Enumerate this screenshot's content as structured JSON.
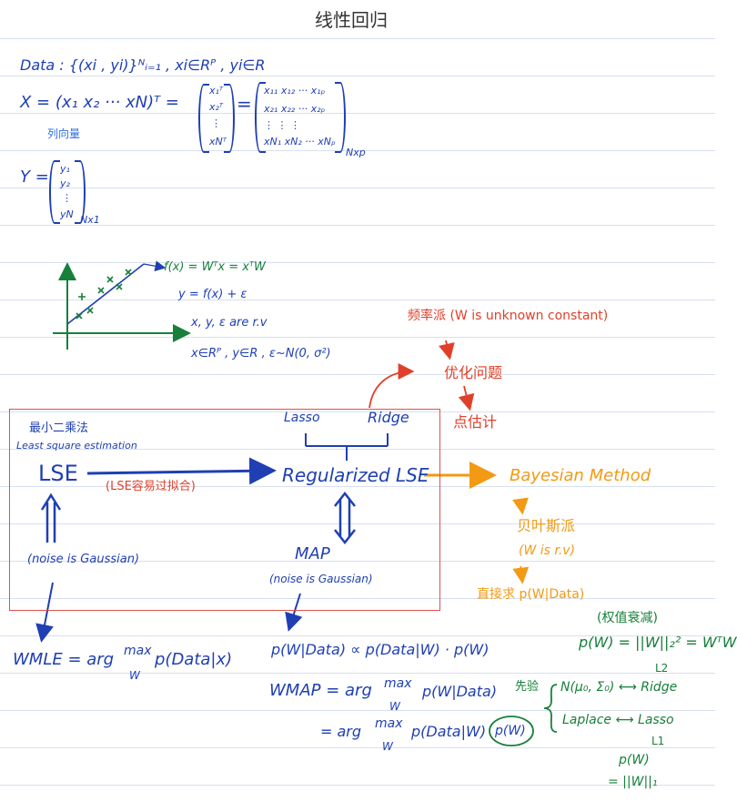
{
  "title": "线性回归",
  "data_line": "Data : {(xi , yi)}ᴺᵢ₌₁ ,  xi∈Rᴾ ,  yi∈R",
  "X_def": {
    "lhs": "X = (x₁  x₂ ··· xN)ᵀ =",
    "vec_rows": [
      "x₁ᵀ",
      "x₂ᵀ",
      "⋮",
      "xNᵀ"
    ],
    "mat_rows": [
      "x₁₁ x₁₂ ··· x₁ₚ",
      "x₂₁ x₂₂ ··· x₂ₚ",
      "⋮     ⋮         ⋮",
      "xN₁ xN₂ ··· xNₚ"
    ],
    "subscript": "Nxp",
    "note": "列向量"
  },
  "Y_def": {
    "lhs": "Y =",
    "rows": [
      "y₁",
      "y₂",
      "⋮",
      "yN"
    ],
    "subscript": "Nx1"
  },
  "model": {
    "f": "f(x) = Wᵀx = xᵀW",
    "y": "y = f(x) + ε",
    "rv": "x, y, ε  are  r.v",
    "dom": "x∈Rᴾ ,  y∈R ,  ε~N(0, σ²)"
  },
  "frequentist": {
    "title": "频率派 (W is unknown constant)",
    "opt": "优化问题",
    "point": "点估计"
  },
  "box": {
    "lse_zh": "最小二乘法",
    "lse_en": "Least square estimation",
    "lse": "LSE",
    "overfit": "(LSE容易过拟合)",
    "lasso": "Lasso",
    "ridge": "Ridge",
    "reg_lse": "Regularized LSE",
    "map": "MAP",
    "noise_left": "(noise is Gaussian)",
    "noise_right": "(noise is Gaussian)"
  },
  "bayes": {
    "method": "Bayesian Method",
    "school": "贝叶斯派",
    "rv": "(W is r.v)",
    "direct": "直接求 p(W|Data)"
  },
  "mle": "W_MLE = arg max p(Data|x)",
  "mle_parts": {
    "lhs": "WMLE = arg",
    "max": "max",
    "sub": "W",
    "rhs": "p(Data|x)"
  },
  "posterior": "p(W|Data) ∝ p(Data|W) · p(W)",
  "wmap1": {
    "lhs": "WMAP = arg",
    "max": "max",
    "sub": "W",
    "rhs": "p(W|Data)"
  },
  "wmap2": {
    "lhs": "= arg",
    "max": "max",
    "sub": "W",
    "rhs": "p(Data|W)",
    "prior": "p(W)"
  },
  "prior_block": {
    "weight_decay": "(权值衰减)",
    "pw_l2": "p(W) = ||W||₂² = WᵀW",
    "l2": "L2",
    "label": "先验",
    "gauss": "N(μ₀, Σ₀) ⟷ Ridge",
    "laplace": "Laplace ⟷ Lasso",
    "l1": "L1",
    "pw_l1": "p(W)",
    "pw_l1_eq": "= ||W||₁"
  }
}
